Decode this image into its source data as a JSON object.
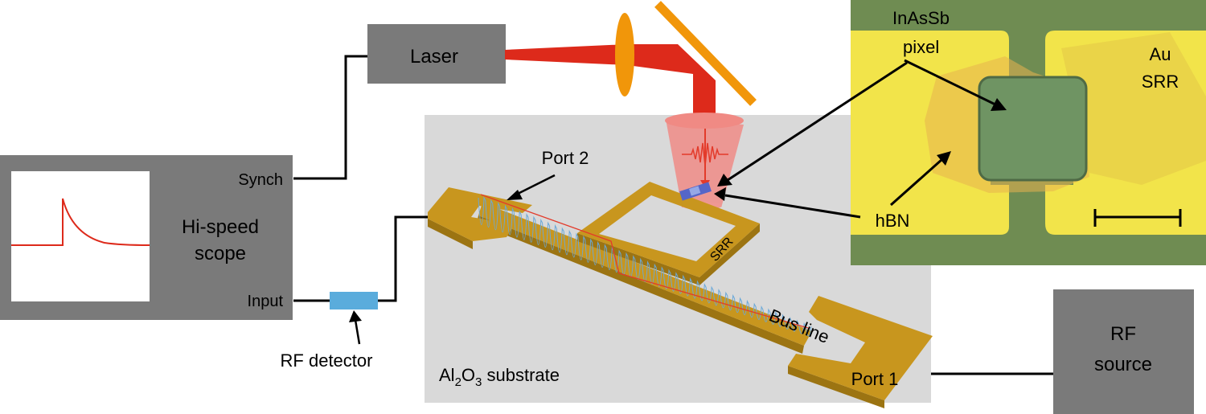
{
  "colors": {
    "box_gray": "#7a7a7a",
    "substrate_gray": "#d9d9d9",
    "gold": "#c8961e",
    "gold_dark": "#9c7412",
    "laser_red": "#dd2a1b",
    "lens_orange": "#f1960a",
    "detector_blue": "#5aacdc",
    "wave_blue": "#6aa8d8",
    "micro_yellow": "#f2e44a",
    "micro_green": "#6f8c52",
    "pixel_green": "#6f9463"
  },
  "labels": {
    "laser": "Laser",
    "scope_title_line1": "Hi-speed",
    "scope_title_line2": "scope",
    "synch": "Synch",
    "input": "Input",
    "rf_detector": "RF detector",
    "port2": "Port 2",
    "port1": "Port 1",
    "srr": "SRR",
    "bus_line": "Bus line",
    "substrate_prefix": "Al",
    "substrate_sub1": "2",
    "substrate_mid": "O",
    "substrate_sub2": "3",
    "substrate_suffix": " substrate",
    "rf_source_line1": "RF",
    "rf_source_line2": "source",
    "hbn": "hBN",
    "inassb_line1": "InAsSb",
    "inassb_line2": "pixel",
    "au_line1": "Au",
    "au_line2": "SRR"
  },
  "icons": {
    "scope_trace": "pulse-trace-icon",
    "lens": "lens-icon",
    "mirror": "mirror-icon",
    "scale_bar": "scale-bar-icon"
  }
}
